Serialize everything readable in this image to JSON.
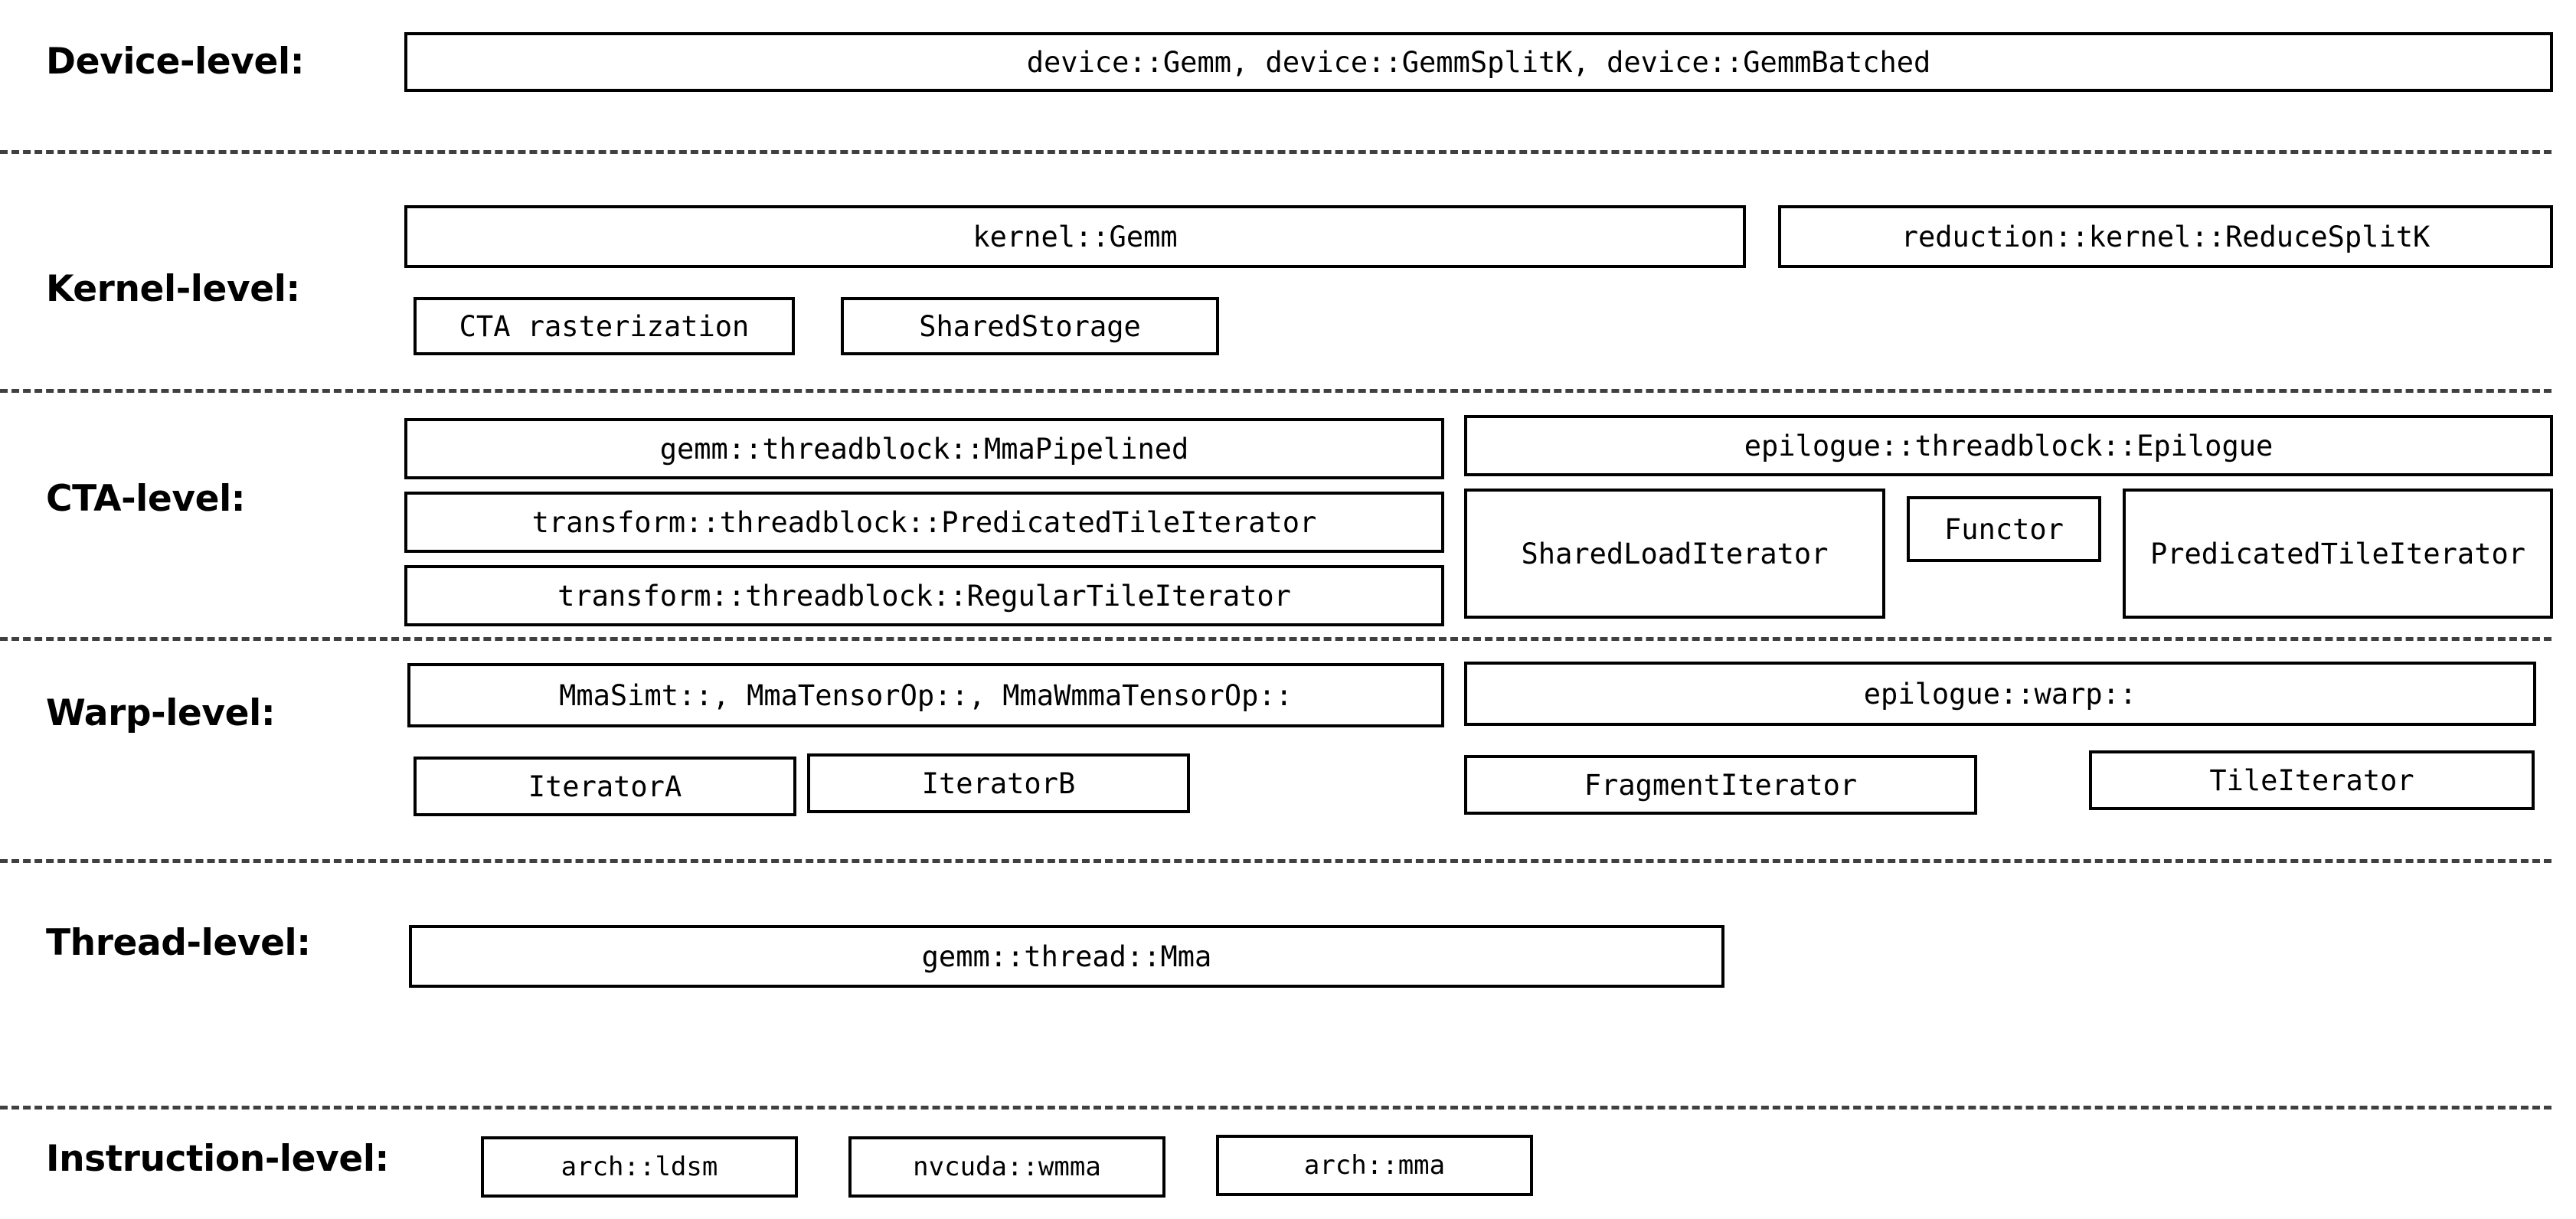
{
  "diagram": {
    "title": "CUTLASS GEMM hierarchy by execution level",
    "background_color": "#ffffff",
    "box_border_color": "#000000",
    "separator_color": "#404040",
    "text_color": "#000000"
  },
  "levels": [
    {
      "id": "device",
      "label": "Device-level:",
      "boxes": [
        {
          "name": "device-gemm-box",
          "text": "device::Gemm, device::GemmSplitK, device::GemmBatched"
        }
      ]
    },
    {
      "id": "kernel",
      "label": "Kernel-level:",
      "boxes": [
        {
          "name": "kernel-gemm-box",
          "text": "kernel::Gemm"
        },
        {
          "name": "reduction-reducesplitk-box",
          "text": "reduction::kernel::ReduceSplitK"
        },
        {
          "name": "cta-rasterization-box",
          "text": "CTA rasterization"
        },
        {
          "name": "shared-storage-box",
          "text": "SharedStorage"
        }
      ]
    },
    {
      "id": "cta",
      "label": "CTA-level:",
      "boxes": [
        {
          "name": "mma-pipelined-box",
          "text": "gemm::threadblock::MmaPipelined"
        },
        {
          "name": "epilogue-threadblock-box",
          "text": "epilogue::threadblock::Epilogue"
        },
        {
          "name": "predicated-tile-iterator-box",
          "text": "transform::threadblock::PredicatedTileIterator"
        },
        {
          "name": "shared-load-iterator-box",
          "text": "SharedLoadIterator"
        },
        {
          "name": "functor-box",
          "text": "Functor"
        },
        {
          "name": "epilogue-predicated-tile-iterator-box",
          "text": "PredicatedTileIterator"
        },
        {
          "name": "regular-tile-iterator-box",
          "text": "transform::threadblock::RegularTileIterator"
        }
      ]
    },
    {
      "id": "warp",
      "label": "Warp-level:",
      "boxes": [
        {
          "name": "warp-mma-variants-box",
          "text": "MmaSimt::, MmaTensorOp::, MmaWmmaTensorOp::"
        },
        {
          "name": "epilogue-warp-box",
          "text": "epilogue::warp::"
        },
        {
          "name": "iterator-a-box",
          "text": "IteratorA"
        },
        {
          "name": "iterator-b-box",
          "text": "IteratorB"
        },
        {
          "name": "fragment-iterator-box",
          "text": "FragmentIterator"
        },
        {
          "name": "tile-iterator-box",
          "text": "TileIterator"
        }
      ]
    },
    {
      "id": "thread",
      "label": "Thread-level:",
      "boxes": [
        {
          "name": "gemm-thread-mma-box",
          "text": "gemm::thread::Mma"
        }
      ]
    },
    {
      "id": "instruction",
      "label": "Instruction-level:",
      "boxes": [
        {
          "name": "arch-ldsm-box",
          "text": "arch::ldsm"
        },
        {
          "name": "nvcuda-wmma-box",
          "text": "nvcuda::wmma"
        },
        {
          "name": "arch-mma-box",
          "text": "arch::mma"
        }
      ]
    }
  ]
}
